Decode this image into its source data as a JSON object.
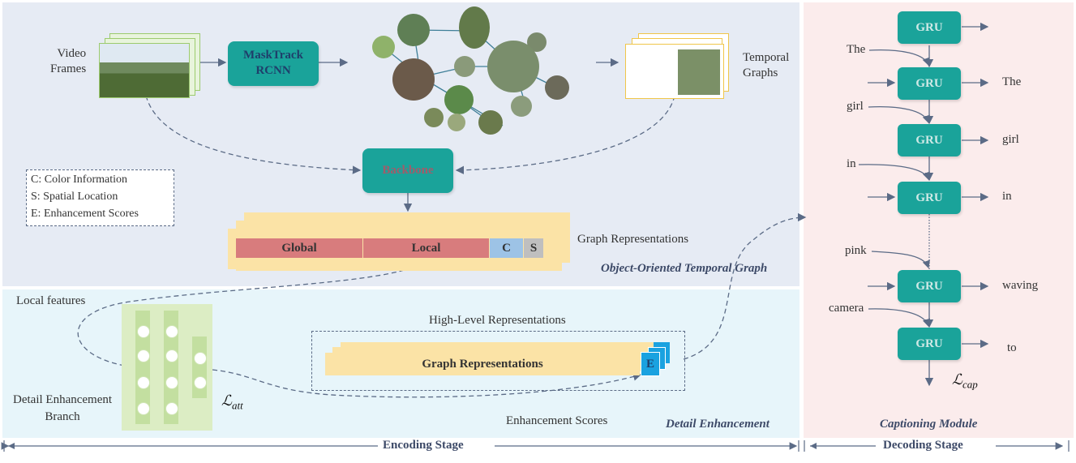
{
  "encoding": {
    "video_frames_label": "Video\nFrames",
    "maskrcnn_label": "MaskTrack\nRCNN",
    "temporal_graphs_label": "Temporal\nGraphs",
    "backbone_label": "Backbone",
    "legend": [
      "C: Color Information",
      "S: Spatial Location",
      "E: Enhancement Scores"
    ],
    "graph_rep": {
      "global": "Global",
      "local": "Local",
      "c": "C",
      "s": "S",
      "label": "Graph Representations"
    },
    "otg_title": "Object-Oriented Temporal Graph"
  },
  "detail": {
    "local_features_label": "Local features",
    "branch_label": "Detail Enhancement\nBranch",
    "loss_att": "ℒ",
    "loss_att_sub": "att",
    "high_level_label": "High-Level Representations",
    "graph_rep_label": "Graph Representations",
    "e_label": "E",
    "enh_scores_label": "Enhancement Scores",
    "title": "Detail Enhancement"
  },
  "captioning": {
    "gru_label": "GRU",
    "inputs": [
      "The",
      "girl",
      "in",
      "pink",
      "camera"
    ],
    "outputs": [
      "The",
      "girl",
      "in",
      "waving",
      "to"
    ],
    "loss_cap": "ℒ",
    "loss_cap_sub": "cap",
    "title": "Captioning Module"
  },
  "stages": {
    "encoding": "Encoding Stage",
    "decoding": "Decoding Stage"
  }
}
